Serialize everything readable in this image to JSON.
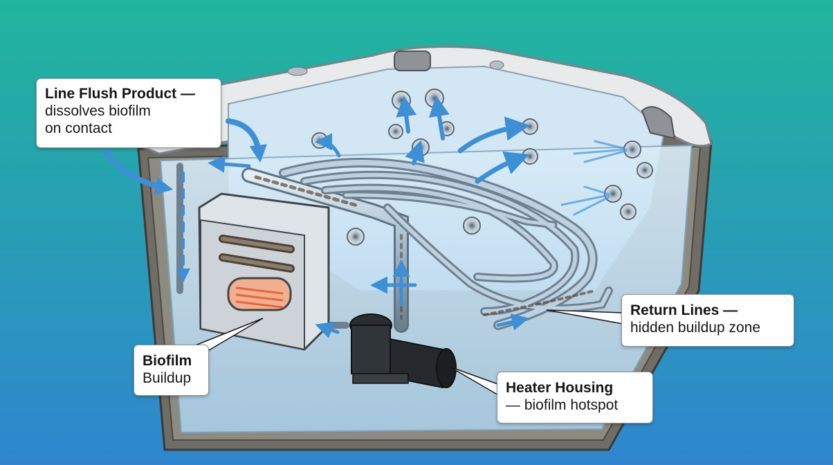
{
  "colors": {
    "background_top": "#21b59c",
    "background_bottom": "#2f86cf",
    "water": "#c9e2f3",
    "flow_arrow": "#3d8fd6",
    "biofilm": "#5b4a36",
    "heater_glow": "#e8643a",
    "tub_shell": "#e6e8ea",
    "tub_skirt": "#6f6d66"
  },
  "callouts": {
    "line_flush": {
      "title": "Line Flush Product —",
      "line1": "dissolves biofilm",
      "line2": "on contact"
    },
    "return_lines": {
      "title": "Return Lines —",
      "desc": "hidden buildup zone"
    },
    "biofilm": {
      "title": "Biofilm",
      "desc": "Buildup"
    },
    "heater_housing": {
      "title": "Heater Housing",
      "desc": "— biofilm hotspot"
    }
  },
  "icons": [
    "flow-arrow-icon",
    "jet-nozzle-icon",
    "pump-icon",
    "heater-coil-icon"
  ]
}
